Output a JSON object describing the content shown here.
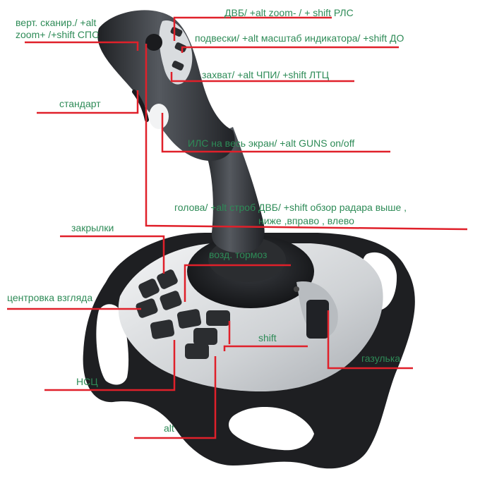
{
  "labels": {
    "vert_scan_1": "верт. сканир./ +alt",
    "vert_scan_2": "zoom+ /+shift СПС",
    "dvb": "ДВБ/ +alt zoom- / + shift РЛС",
    "podveski": "подвески/ +alt масштаб индикатора/ +shift ДО",
    "zahvat": "захват/ +alt ЧПИ/ +shift ЛТЦ",
    "standart": "стандарт",
    "ils": "ИЛС на весь экран/ +alt GUNS on/off",
    "golova_1": "голова/ +alt строб ДВБ/ +shift обзор радара выше ,",
    "golova_2": "ниже ,вправо , влево",
    "zakrylki": "закрылки",
    "vozd_tormoz": "возд. тормоз",
    "centrovka": "центровка взгляда",
    "shift": "shift",
    "gazulka": "газулька",
    "nsc": "НСЦ",
    "alt": "alt"
  },
  "colors": {
    "label_text": "#2e8b57",
    "leader_line": "#e0202a",
    "joystick_dark": "#2b2d30",
    "joystick_mid": "#4a4d52",
    "base_silver": "#d8dadd"
  }
}
